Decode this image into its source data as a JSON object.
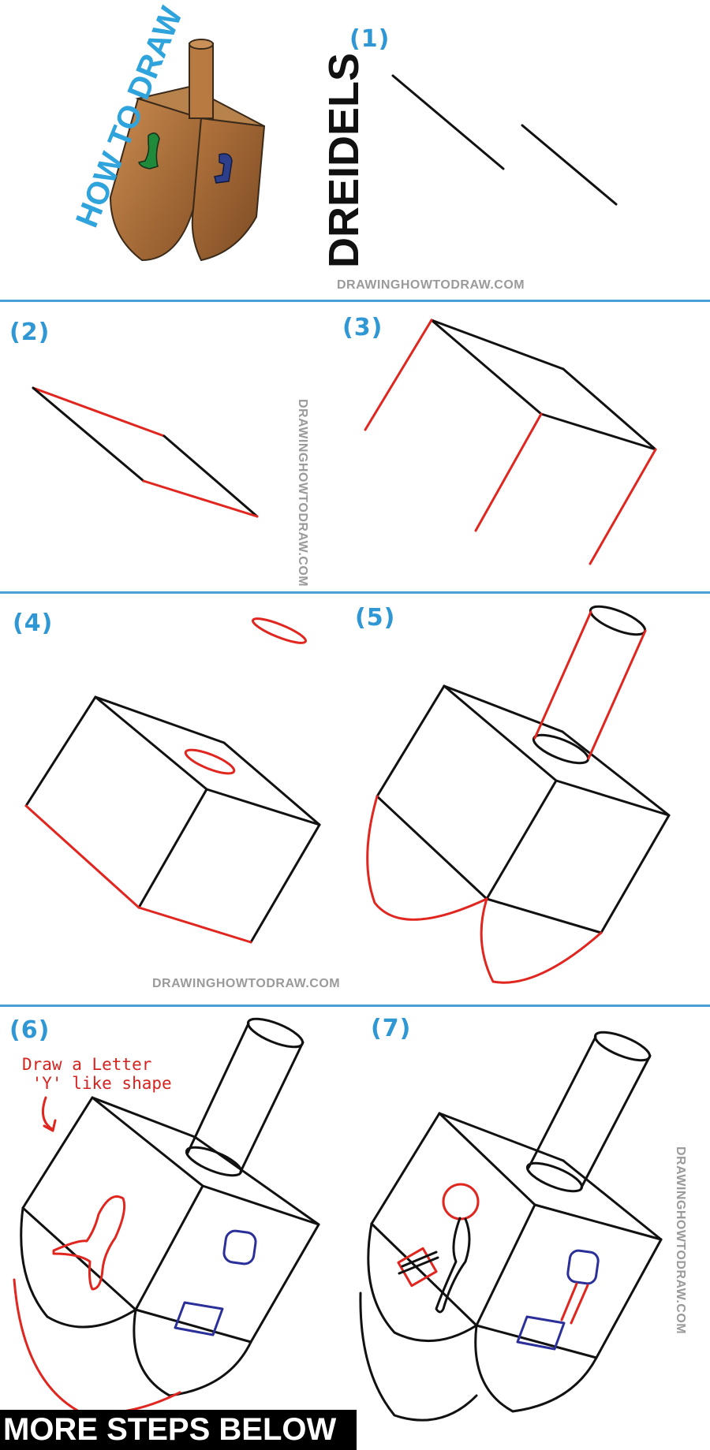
{
  "title": {
    "line1": "HOW TO DRAW",
    "line2": "DREIDELS"
  },
  "watermark": "DRAWINGHOWTODRAW.COM",
  "steps": [
    {
      "label": "(1)"
    },
    {
      "label": "(2)"
    },
    {
      "label": "(3)"
    },
    {
      "label": "(4)"
    },
    {
      "label": "(5)"
    },
    {
      "label": "(6)"
    },
    {
      "label": "(7)"
    }
  ],
  "step6_note": "Draw a Letter\n 'Y' like shape",
  "banner": "MORE STEPS BELOW",
  "colors": {
    "accent": "#2f97d4",
    "divider": "#4a9fd6",
    "new_lines": "#e0261f",
    "outline": "#111111",
    "letter_blue": "#2b2f9a"
  }
}
